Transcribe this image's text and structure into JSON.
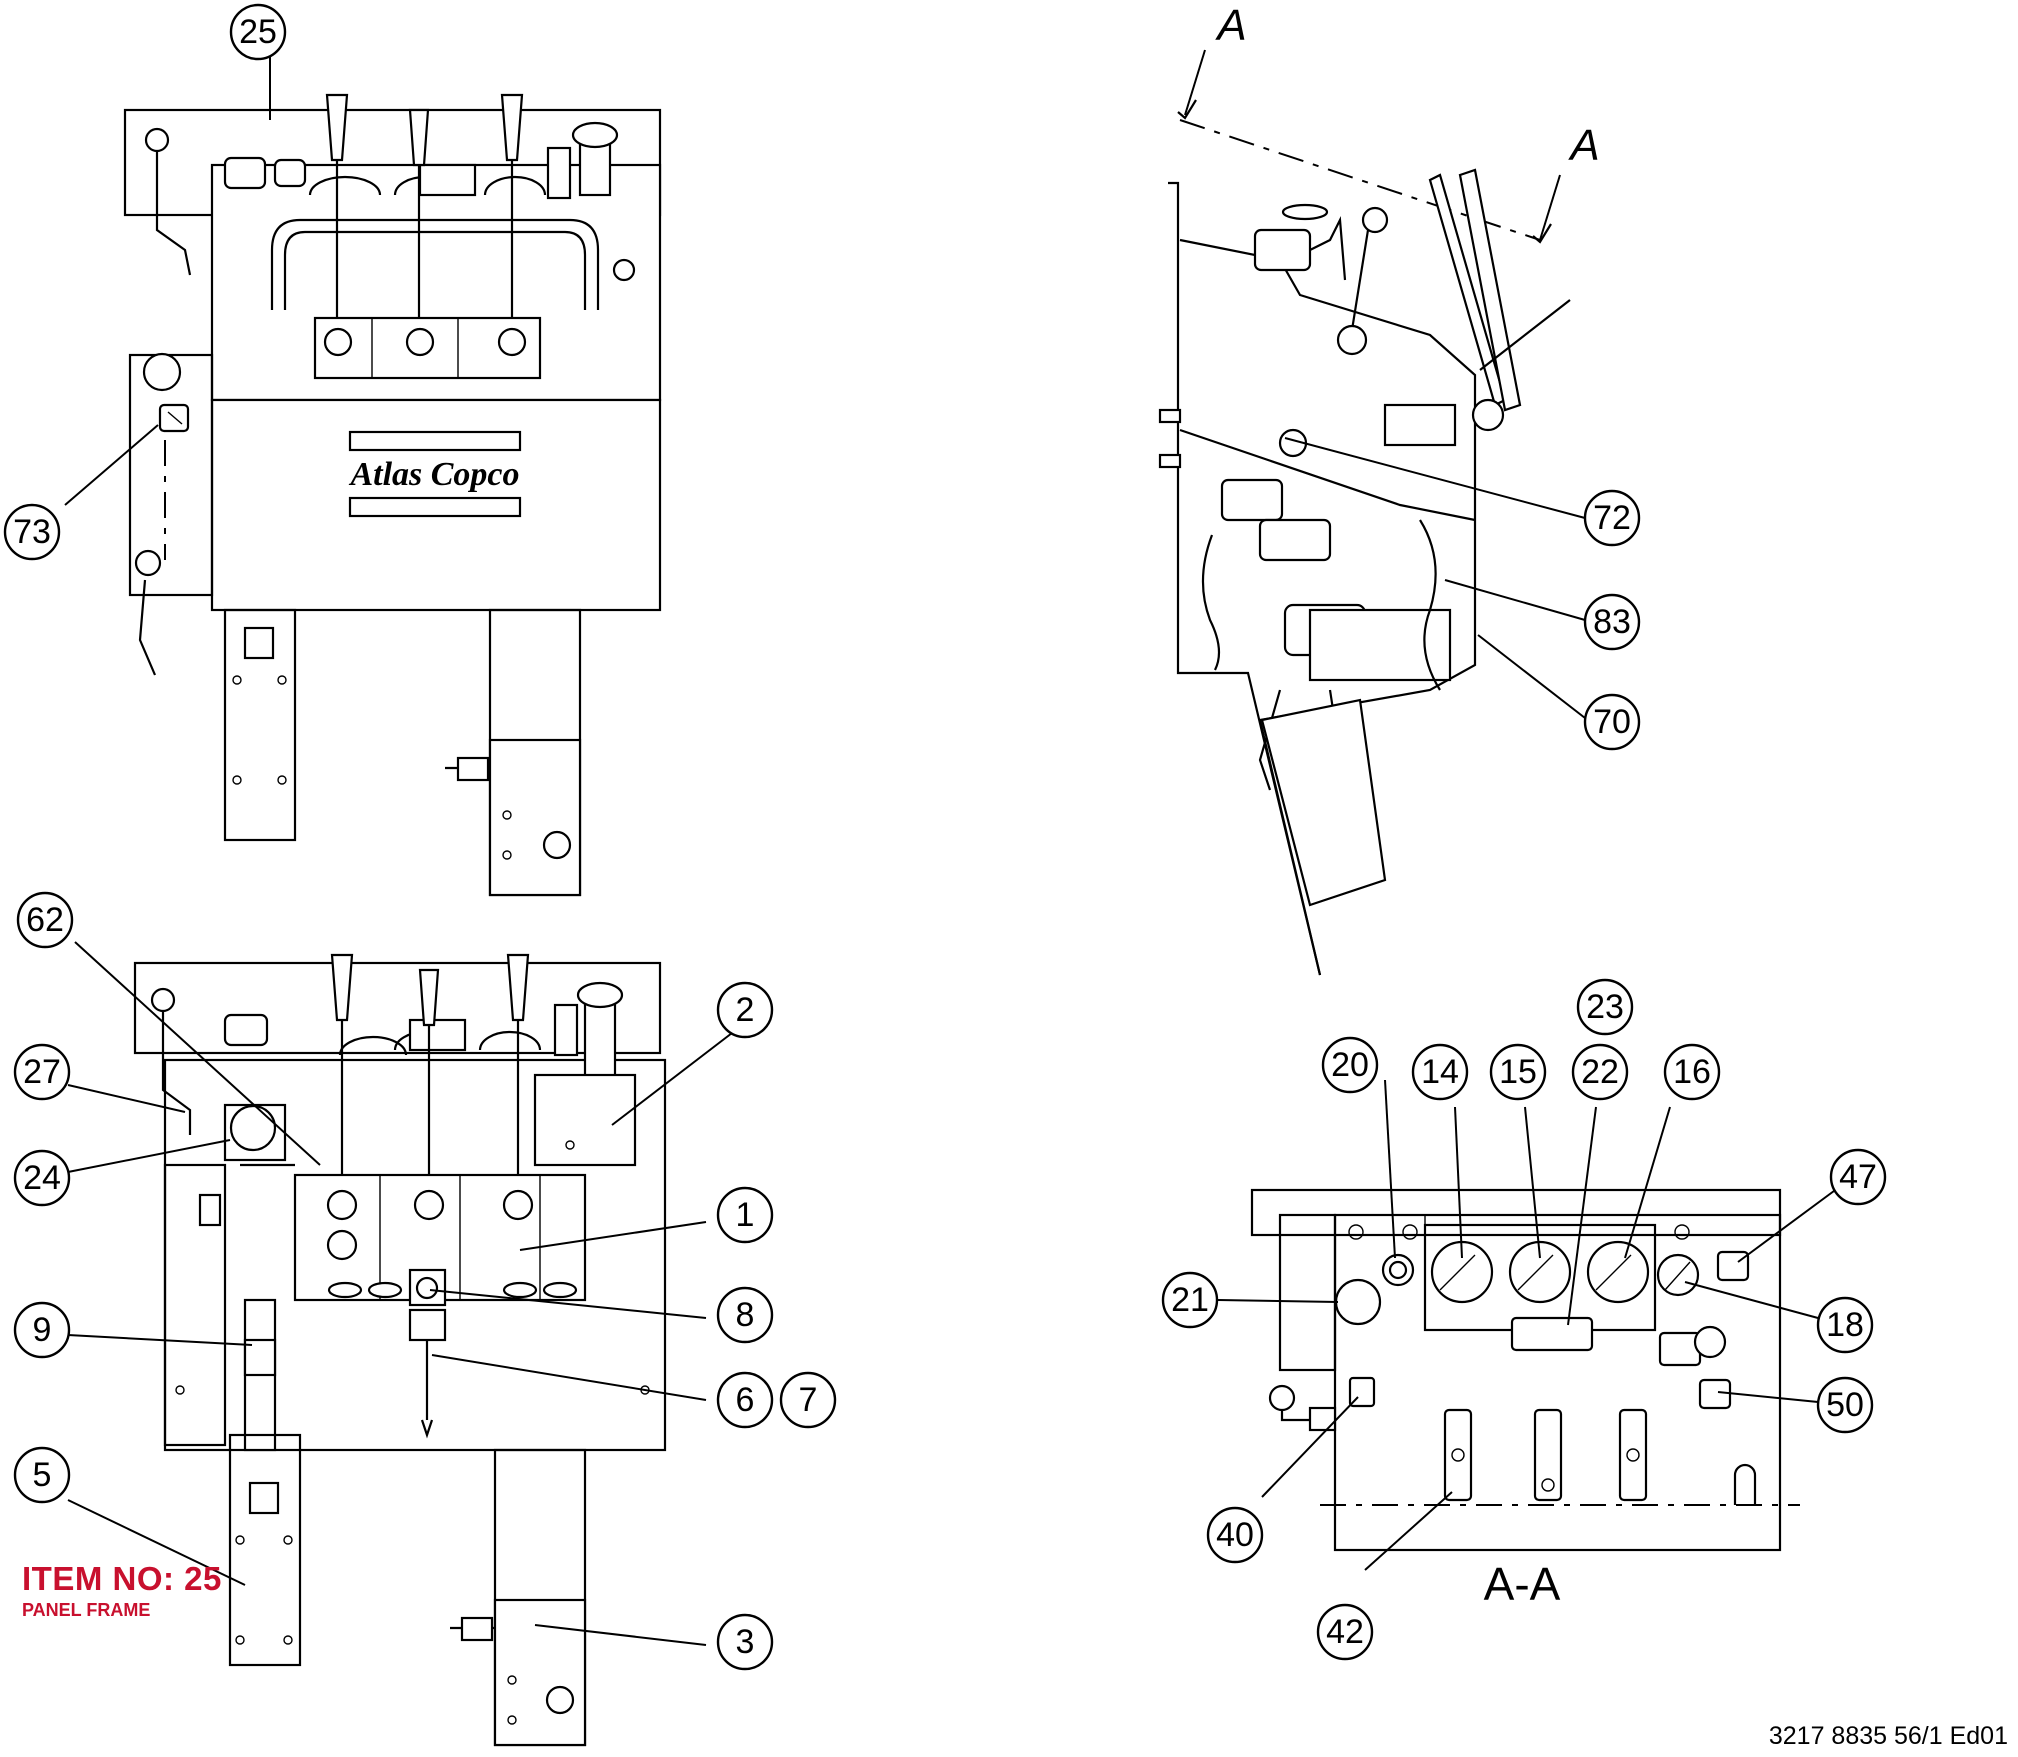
{
  "brand": "Atlas Copco",
  "section_marks": {
    "top_left": "A",
    "top_right": "A",
    "section_label": "A-A"
  },
  "callouts": [
    {
      "id": "c25",
      "label": "25"
    },
    {
      "id": "c73",
      "label": "73"
    },
    {
      "id": "c72",
      "label": "72"
    },
    {
      "id": "c83",
      "label": "83"
    },
    {
      "id": "c70",
      "label": "70"
    },
    {
      "id": "c62",
      "label": "62"
    },
    {
      "id": "c2",
      "label": "2"
    },
    {
      "id": "c27",
      "label": "27"
    },
    {
      "id": "c24",
      "label": "24"
    },
    {
      "id": "c1",
      "label": "1"
    },
    {
      "id": "c8",
      "label": "8"
    },
    {
      "id": "c9",
      "label": "9"
    },
    {
      "id": "c6",
      "label": "6"
    },
    {
      "id": "c7",
      "label": "7"
    },
    {
      "id": "c5",
      "label": "5"
    },
    {
      "id": "c3",
      "label": "3"
    },
    {
      "id": "c23",
      "label": "23"
    },
    {
      "id": "c20",
      "label": "20"
    },
    {
      "id": "c14",
      "label": "14"
    },
    {
      "id": "c15",
      "label": "15"
    },
    {
      "id": "c22",
      "label": "22"
    },
    {
      "id": "c16",
      "label": "16"
    },
    {
      "id": "c47",
      "label": "47"
    },
    {
      "id": "c21",
      "label": "21"
    },
    {
      "id": "c18",
      "label": "18"
    },
    {
      "id": "c50",
      "label": "50"
    },
    {
      "id": "c40",
      "label": "40"
    },
    {
      "id": "c42",
      "label": "42"
    }
  ],
  "item_note": {
    "title": "ITEM NO: 25",
    "subtitle": "PANEL FRAME"
  },
  "document_number": "3217 8835 56/1 Ed01"
}
